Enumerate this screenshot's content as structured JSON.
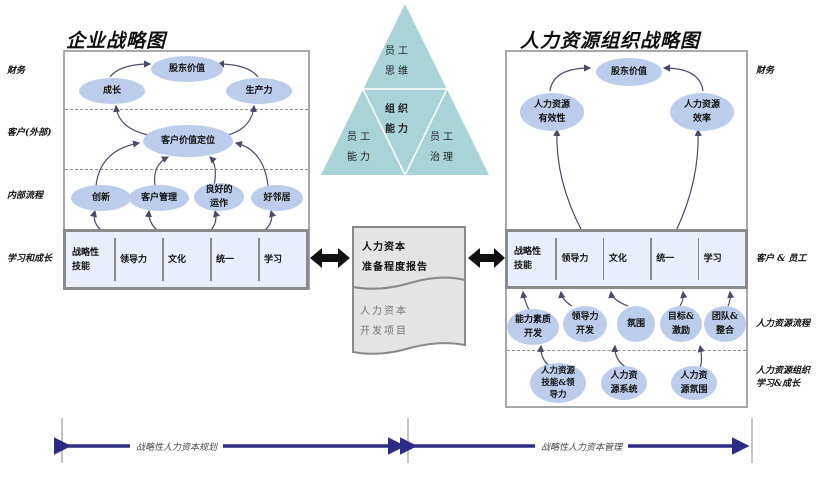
{
  "left": {
    "title": "企业战略图",
    "rows": [
      "财务",
      "客户(外部)",
      "内部流程",
      "学习和成长"
    ],
    "finance": {
      "top": "股东价值",
      "left": "成长",
      "right": "生产力"
    },
    "customer": {
      "center": "客户价值定位"
    },
    "internal": [
      "创新",
      "客户管理",
      "良好的\n运作",
      "好邻居"
    ],
    "learning": [
      "战略性\n技能",
      "领导力",
      "文化",
      "统一",
      "学习"
    ]
  },
  "center": {
    "triangle": {
      "top": "员工\n思维",
      "middle": "组织\n能力",
      "bottom_left": "员工\n能力",
      "bottom_right": "员工\n治理",
      "color": "#a9d3d6"
    },
    "document": {
      "upper": "人力资本\n准备程度报告",
      "lower": "人力资本\n开发项目"
    }
  },
  "right": {
    "title": "人力资源组织战略图",
    "rows": [
      "财务",
      "客户 & 员工",
      "人力资源流程",
      "人力资源组织\n学习&成长"
    ],
    "finance": {
      "top": "股东价值",
      "left": "人力资源\n有效性",
      "right": "人力资源\n效率"
    },
    "learning": [
      "战略性\n技能",
      "领导力",
      "文化",
      "统一",
      "学习"
    ],
    "process": [
      "能力素质\n开发",
      "领导力\n开发",
      "氛围",
      "目标&\n激励",
      "团队&\n整合"
    ],
    "org_growth": [
      "人力资源\n技能&领\n导力",
      "人力资\n源系统",
      "人力资\n源氛围"
    ]
  },
  "timeline": {
    "left_label": "战略性人力资本规划",
    "right_label": "战略性人力资本管理",
    "color": "#2e2b85"
  },
  "colors": {
    "ellipse": "#bccdec",
    "bar_fill": "#e8effa",
    "arrow": "#4a4a6a"
  }
}
